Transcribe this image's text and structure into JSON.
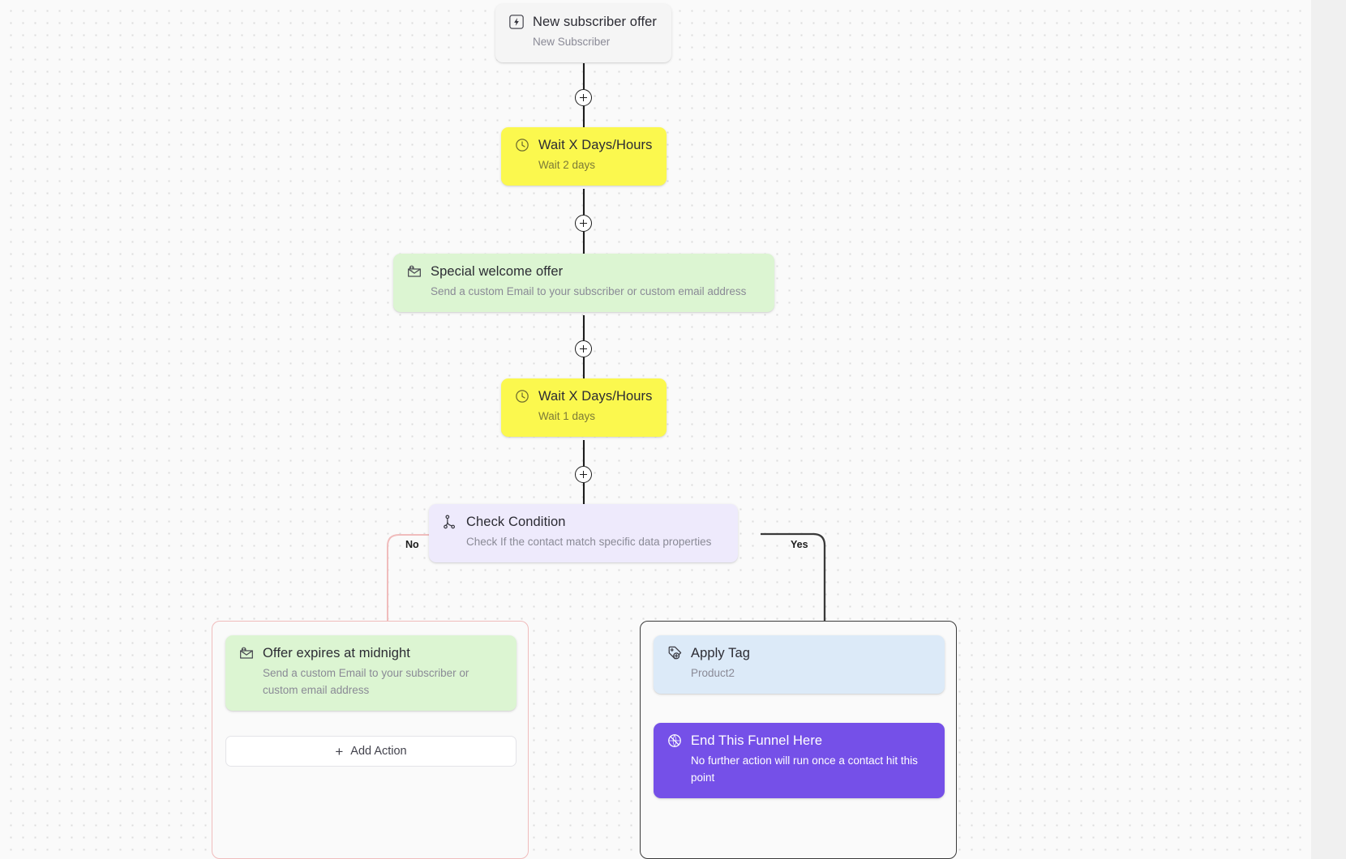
{
  "canvas": {
    "background_color": "#fafafa",
    "dot_color": "#dcdcdc",
    "gutter_color": "#f0f0f0"
  },
  "nodes": {
    "trigger": {
      "title": "New subscriber offer",
      "subtitle": "New Subscriber",
      "icon": "lightning-bolt-icon",
      "color": "#f5f5f5"
    },
    "wait_1": {
      "title": "Wait X Days/Hours",
      "subtitle": "Wait 2 days",
      "icon": "clock-icon",
      "color": "#fbf84e"
    },
    "email_1": {
      "title": "Special welcome offer",
      "subtitle": "Send a custom Email to your subscriber or custom email address",
      "icon": "email-contact-icon",
      "color": "#dcf5d2"
    },
    "wait_2": {
      "title": "Wait X Days/Hours",
      "subtitle": "Wait 1 days",
      "icon": "clock-icon",
      "color": "#fbf84e"
    },
    "condition": {
      "title": "Check Condition",
      "subtitle": "Check If the contact match specific data properties",
      "icon": "branch-split-icon",
      "color": "#eeeafc"
    },
    "email_2": {
      "title": "Offer expires at midnight",
      "subtitle": "Send a custom Email to your subscriber or custom email address",
      "icon": "email-contact-icon",
      "color": "#dcf5d2"
    },
    "apply_tag": {
      "title": "Apply Tag",
      "subtitle": "Product2",
      "icon": "tag-plus-icon",
      "color": "#dceaf8"
    },
    "end_funnel": {
      "title": "End This Funnel Here",
      "subtitle": "No further action will run once a contact hit this point",
      "icon": "ban-circle-icon",
      "color": "#7550e8"
    }
  },
  "branches": {
    "no": {
      "label": "No",
      "edge_color": "#f0bcbc"
    },
    "yes": {
      "label": "Yes",
      "edge_color": "#3a3a3a"
    }
  },
  "buttons": {
    "add_action": {
      "label": "Add Action",
      "icon": "plus-icon"
    }
  },
  "connectors": {
    "plus_label": "+",
    "count": 4
  }
}
